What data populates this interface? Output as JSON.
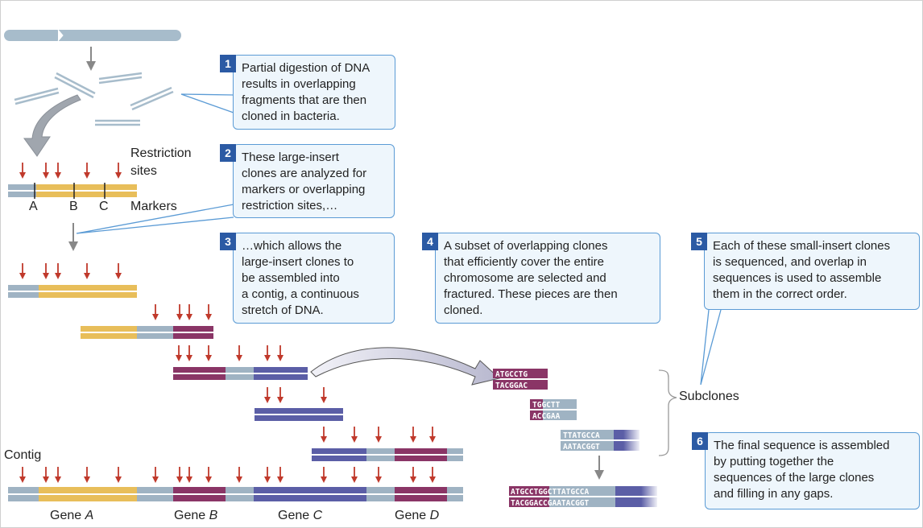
{
  "steps": [
    {
      "num": "1",
      "text": "Partial digestion of DNA\nresults in overlapping\nfragments that are then\ncloned in bacteria."
    },
    {
      "num": "2",
      "text": "These large-insert\nclones are analyzed for\nmarkers or overlapping\nrestriction sites,…"
    },
    {
      "num": "3",
      "text": "…which allows the\nlarge-insert clones to\nbe assembled into\na contig, a continuous\nstretch of DNA."
    },
    {
      "num": "4",
      "text": "A subset of overlapping clones\nthat efficiently cover the entire\nchromosome are selected and\nfractured. These pieces are then\ncloned."
    },
    {
      "num": "5",
      "text": "Each of these small-insert clones\nis sequenced, and overlap in\nsequences is used to assemble\nthem in the correct order."
    },
    {
      "num": "6",
      "text": "The final sequence is assembled\nby putting together the\nsequences of the large clones\nand filling in any gaps."
    }
  ],
  "labels": {
    "restriction_sites": "Restriction\nsites",
    "markers": "Markers",
    "marker_a": "A",
    "marker_b": "B",
    "marker_c": "C",
    "contig": "Contig",
    "subclones": "Subclones"
  },
  "genes": [
    {
      "prefix": "Gene ",
      "letter": "A"
    },
    {
      "prefix": "Gene ",
      "letter": "B"
    },
    {
      "prefix": "Gene ",
      "letter": "C"
    },
    {
      "prefix": "Gene ",
      "letter": "D"
    }
  ],
  "sequences": {
    "sub1_top": "ATGCCTG",
    "sub1_bottom": "TACGGAC",
    "sub2_top_a": "TG",
    "sub2_top_b": "GCTT",
    "sub2_bottom_a": "AC",
    "sub2_bottom_b": "CGAA",
    "sub3_top": "TTATGCCA",
    "sub3_bottom": "AATACGGT",
    "final_top_a": "ATGCCTG",
    "final_top_b": "GCTTATGCCA",
    "final_bottom_a": "TACGGAC",
    "final_bottom_b": "CGAATACGGT"
  },
  "colors": {
    "gene_a": "#e8be5a",
    "gene_b": "#8a3566",
    "gene_c": "#5b5ea6",
    "gene_d": "#8a3566",
    "spacer": "#9fb3c3",
    "arrow_red": "#c0392b",
    "callout_border": "#5b9bd5",
    "callout_fill": "#eef6fc",
    "step_badge": "#2b5aa4"
  }
}
